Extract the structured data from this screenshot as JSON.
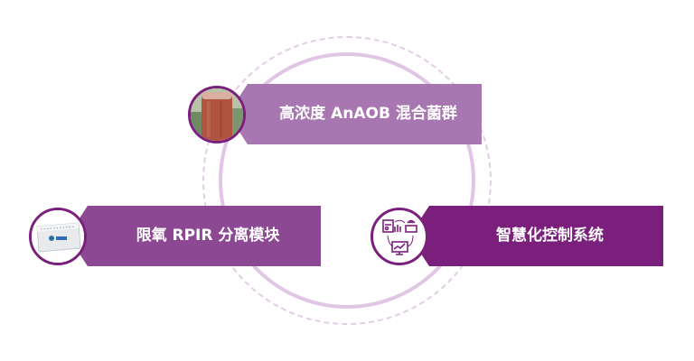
{
  "diagram": {
    "type": "cycle",
    "colors": {
      "ring_dashed": "#e3cde6",
      "ring_solid": "#e0c6e4",
      "top_banner": "#a877b1",
      "left_banner": "#8c4893",
      "right_banner": "#7b1f7c"
    },
    "nodes": [
      {
        "id": "top",
        "label": "高浓度 AnAOB 混合菌群",
        "icon": "bacteria-culture-column-photo"
      },
      {
        "id": "left",
        "label": "限氧 RPIR 分离模块",
        "icon": "separation-module-device-photo"
      },
      {
        "id": "right",
        "label": "智慧化控制系统",
        "icon": "smart-control-system-icon"
      }
    ]
  }
}
